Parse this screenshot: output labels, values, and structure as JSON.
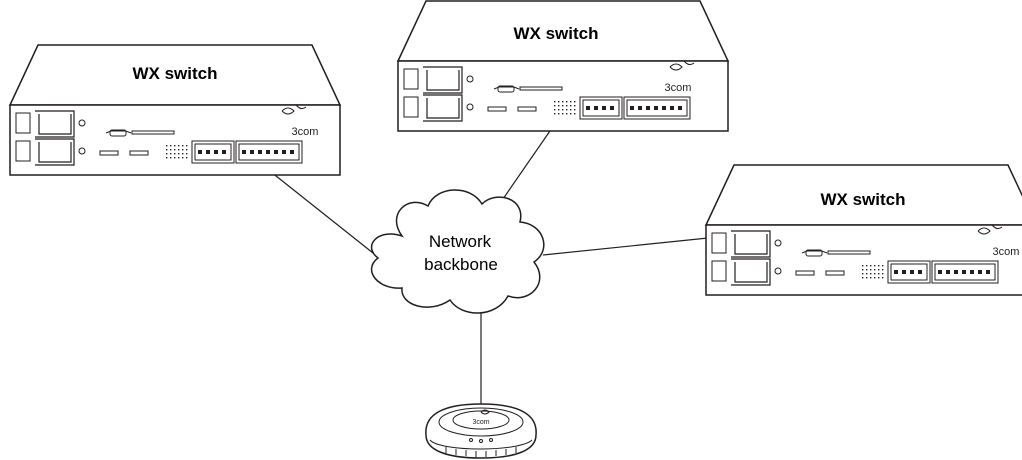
{
  "switches": [
    {
      "title": "WX switch",
      "brand": "3com"
    },
    {
      "title": "WX switch",
      "brand": "3com"
    },
    {
      "title": "WX switch",
      "brand": "3com"
    }
  ],
  "cloud": {
    "line1": "Network",
    "line2": "backbone"
  },
  "access_point": {
    "brand": "3com"
  }
}
